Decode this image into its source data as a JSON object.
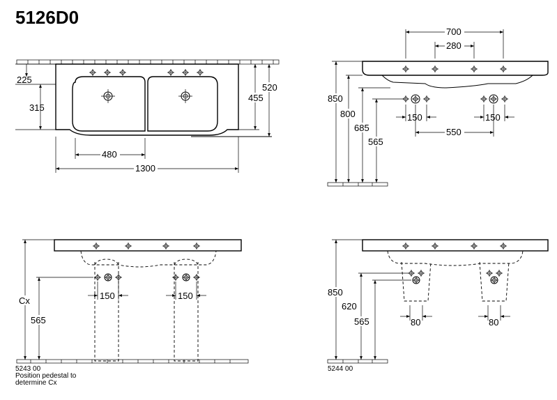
{
  "title": "5126D0",
  "top_left": {
    "dims": {
      "d225": "225",
      "d315": "315",
      "d480": "480",
      "d1300": "1300",
      "d455": "455",
      "d520": "520"
    }
  },
  "top_right": {
    "dims": {
      "d700": "700",
      "d280": "280",
      "d850": "850",
      "d800": "800",
      "d685": "685",
      "d565": "565",
      "d150a": "150",
      "d150b": "150",
      "d550": "550"
    }
  },
  "bottom_left": {
    "dims": {
      "cx": "Cx",
      "d565": "565",
      "d150a": "150",
      "d150b": "150"
    },
    "code": "5243 00",
    "note_line1": "Position pedestal to",
    "note_line2": "determine Cx"
  },
  "bottom_right": {
    "dims": {
      "d850": "850",
      "d620": "620",
      "d565": "565",
      "d80a": "80",
      "d80b": "80"
    },
    "code": "5244 00"
  }
}
